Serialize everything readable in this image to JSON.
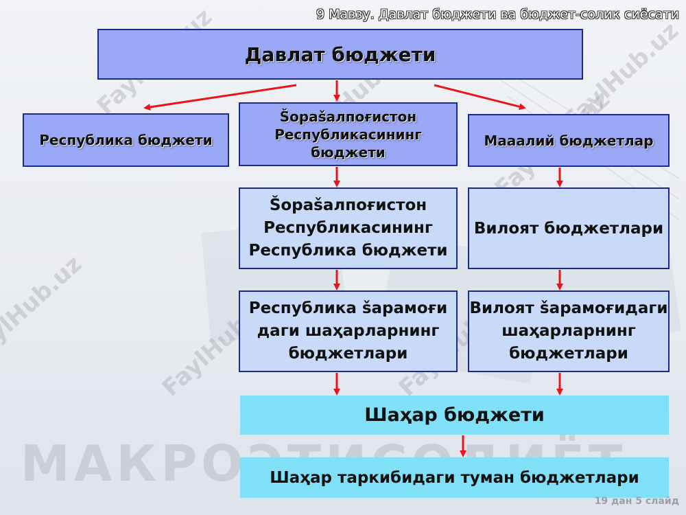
{
  "slide_title": "9 Мавзу. Давлат бюджети ва бюджет-солик сиёсати",
  "watermark": "FaylHub.uz",
  "bg_text": "МАКРОЭТИСОДИЁТ",
  "boxes": {
    "main": "Давлат бюджети",
    "republic": "Республика бюджети",
    "kkr": "Šoрašалпоғистон\nРеспубликасининг\nбюджети",
    "local": "Мааалий бюджетлар",
    "kkr_republic": "Šoрašалпоғистон\nРеспубликасининг\nРеспублика бюджети",
    "region": "Вилоят бюджетлари",
    "republic_cities": "Республика šарамоғи\nдаги шаҳарларнинг\nбюджетлари",
    "region_cities": "Вилоят šарамоғидаги\nшаҳарларнинг\nбюджетлари",
    "city": "Шаҳар бюджети",
    "district": "Шаҳар таркибидаги туман бюджетлари"
  },
  "page_number": "19 дан 5 слайд",
  "colors": {
    "arrow": "#e8141c",
    "dark_box": "#9aa8f5",
    "light_box": "#c9daf8",
    "cyan_box": "#7fe0f7",
    "border": "#1a2a8c"
  }
}
